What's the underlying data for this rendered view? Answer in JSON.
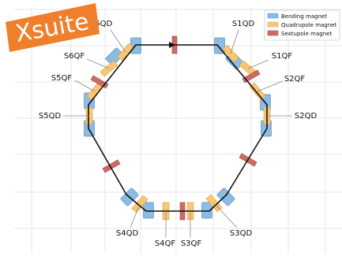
{
  "logo": {
    "text": "Xsuite",
    "color": "#f07f2b"
  },
  "legend": [
    {
      "name": "Bending magnet",
      "color": "#8cbbe3",
      "edge": "#5a93c8"
    },
    {
      "name": "Quadrupole magnet",
      "color": "#f8c675",
      "edge": "#e0a23c"
    },
    {
      "name": "Sextupole magnet",
      "color": "#cc6b63",
      "edge": "#a8443d"
    }
  ],
  "colors": {
    "line": "#111111",
    "grid": "#e7e7e7",
    "pointer": "#888888"
  },
  "labels": [
    "S1QD",
    "S1QF",
    "S2QF",
    "S2QD",
    "S3QD",
    "S3QF",
    "S4QF",
    "S4QD",
    "S5QD",
    "S5QF",
    "S6QF",
    "S6QD"
  ]
}
